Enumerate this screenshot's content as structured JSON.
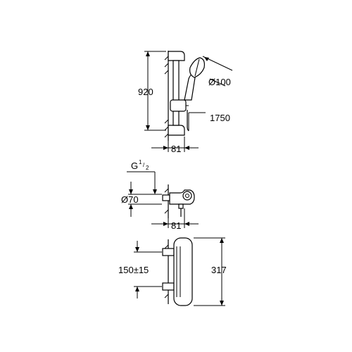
{
  "drawing_1": {
    "height_label": "920",
    "diameter_label": "Ø100",
    "length_label": "1750",
    "width_label": "81"
  },
  "drawing_2": {
    "thread_label_main": "G",
    "thread_label_sup": "1",
    "thread_label_sub": "2",
    "diameter_label": "Ø70",
    "width_label": "81"
  },
  "drawing_3": {
    "spacing_label": "150±15",
    "height_label": "317"
  },
  "colors": {
    "line": "#000000",
    "background": "#ffffff"
  }
}
